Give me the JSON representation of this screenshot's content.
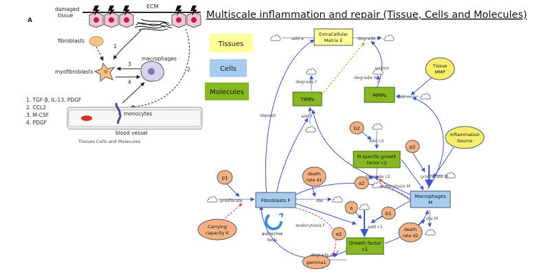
{
  "title": "Multiscale inflammation and repair (Tissue, Cells and Molecules)",
  "legend": {
    "tissues": "Tissues",
    "cells": "Cells",
    "molecules": "Molecules"
  },
  "figure_a": {
    "panel_label": "A",
    "labels": {
      "damaged_tissue_1": "damaged",
      "damaged_tissue_2": "tissue",
      "ecm": "ECM",
      "fibroblasts": "fibroblasts",
      "myofibroblasts": "myofibroblasts",
      "macrophages": "macrophages",
      "monocytes": "monocytes",
      "blood_vessel": "blood vessel",
      "step1": "1",
      "step2": "2",
      "step3": "3",
      "step4": "4"
    },
    "key": [
      "1. TGF-β, IL-13, PDGF",
      "2. CCL2",
      "3. M-CSF",
      "4. PDGF"
    ],
    "caption": "Tissues Cells and Molecules"
  },
  "nodes": {
    "ecm": [
      "ExtraCellular",
      "Matrix E"
    ],
    "timps": "TIMPs",
    "mmps": "MMPs",
    "fibroblasts": "Fibroblasts F",
    "macrophages": [
      "Macrophages",
      "M"
    ],
    "growth_c1": [
      "Growth factor",
      "c1"
    ],
    "m_specific_c2": [
      "M specific growth",
      "factor c2"
    ],
    "tissue_mmp": [
      "Tissue",
      "MMP"
    ],
    "inflammation_source": [
      "Inflammation",
      "Source"
    ],
    "p1": "p1",
    "p2": "p2",
    "b1": "b1",
    "b2": "b2",
    "a": "a",
    "a2": "a2",
    "e2": "e2",
    "death_d1": [
      "death",
      "rate d1"
    ],
    "death_d2": [
      "death",
      "rate d2"
    ],
    "carrying_k": [
      "Carrying",
      "capacity K"
    ],
    "gamma1": "gamma1",
    "autocrine": [
      "autocrine",
      "loop"
    ]
  },
  "edge_labels": {
    "add_e": "add e",
    "degrade_e": "degrade e",
    "degrade_t": "degrade t",
    "degrade_m": "degrade m",
    "scissor": "scissor",
    "add_m": "add m",
    "add_t": "add t",
    "deposit": "deposit",
    "add_c2": "add c2",
    "degrade_c2": "degrade c2",
    "endocytosis_m": "endocytosis M",
    "proliferate_m": "proliferate M",
    "proliferate_f": "proliferate",
    "die_f": "die",
    "add_c1": "add c1",
    "die_m": "die M",
    "endocytosis_f": "endocytosis F",
    "degrade_c1": "degrade c1"
  },
  "colors": {
    "tissue": "#ffff99",
    "cell": "#a6cdf0",
    "molecule": "#87b821",
    "parameter": "#f4b183",
    "tissue_mmp": "#f6ee6c",
    "blue_arrow": "#3b52c9",
    "red_dashed": "#e03a3a",
    "orange_dashed": "#e58b2a"
  }
}
